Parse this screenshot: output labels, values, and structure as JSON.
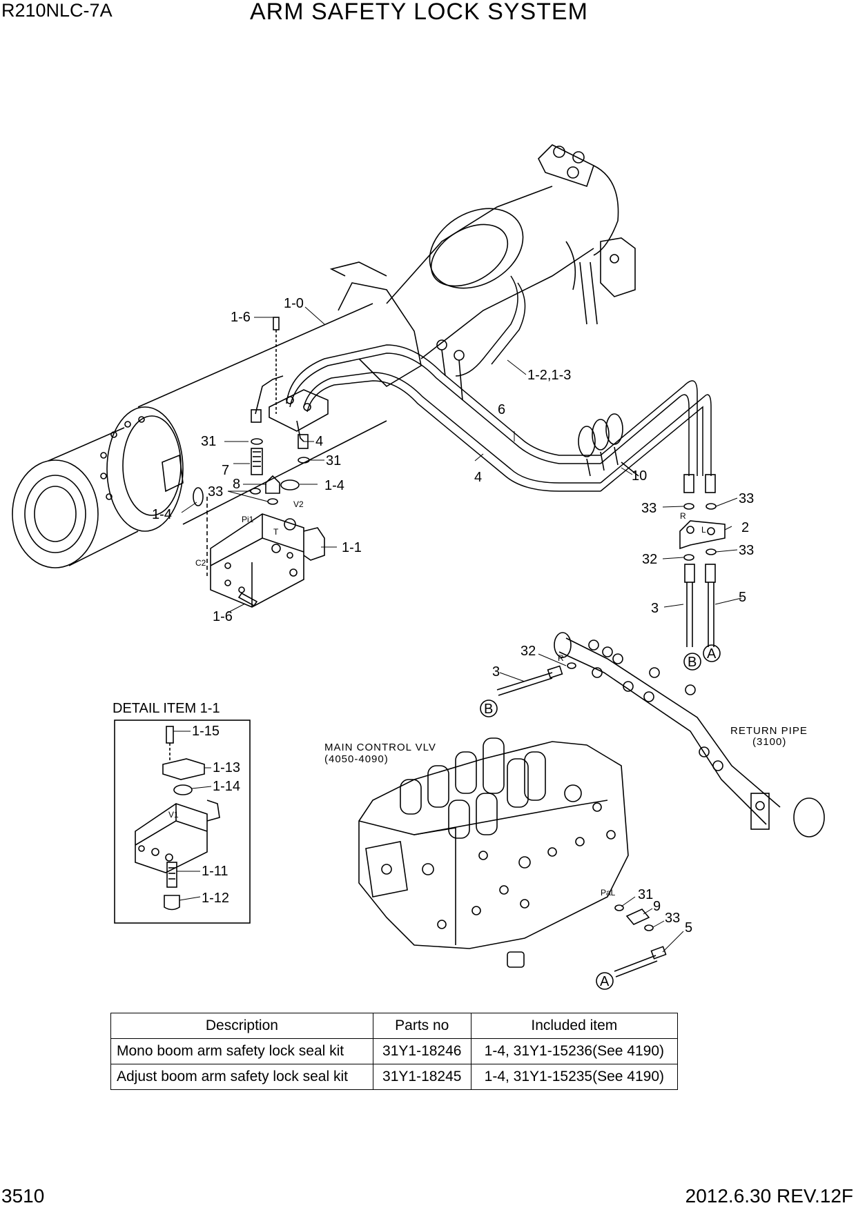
{
  "header": {
    "model": "R210NLC-7A",
    "title": "ARM SAFETY LOCK SYSTEM"
  },
  "footer": {
    "page": "3510",
    "date_rev": "2012.6.30  REV.12F"
  },
  "callouts": {
    "c1_6a": "1-6",
    "c1_0": "1-0",
    "c1_2_3": "1-2,1-3",
    "c6": "6",
    "c31a": "31",
    "c4a": "4",
    "c31b": "31",
    "c7": "7",
    "c8": "8",
    "c1_4a": "1-4",
    "c33a": "33",
    "c1_4b": "1-4",
    "c4b": "4",
    "c10": "10",
    "c1_1": "1-1",
    "c1_6b": "1-6",
    "c33b": "33",
    "c33c": "33",
    "c2": "2",
    "c33d": "33",
    "c32a": "32",
    "c5a": "5",
    "c3a": "3",
    "c32b": "32",
    "c3b": "3",
    "c1_15": "1-15",
    "c1_13": "1-13",
    "c1_14": "1-14",
    "c1_11": "1-11",
    "c1_12": "1-12",
    "c31c": "31",
    "c9": "9",
    "c33e": "33",
    "c5b": "5"
  },
  "port_labels": {
    "pi1": "Pi1",
    "v2": "V2",
    "t": "T",
    "c2": "C2",
    "r1": "R",
    "l": "L",
    "r2": "R",
    "pal": "PaL",
    "v1": "V1"
  },
  "connectors": {
    "a1": "A",
    "b1": "B",
    "b2": "B",
    "a2": "A"
  },
  "detail": {
    "title": "DETAIL ITEM 1-1"
  },
  "main_control": {
    "line1": "MAIN CONTROL VLV",
    "line2": "(4050-4090)"
  },
  "return_pipe": {
    "line1": "RETURN PIPE",
    "line2": "(3100)"
  },
  "kit_table": {
    "headers": [
      "Description",
      "Parts no",
      "Included item"
    ],
    "rows": [
      [
        "Mono boom arm safety lock seal kit",
        "31Y1-18246",
        "1-4, 31Y1-15236(See 4190)"
      ],
      [
        "Adjust boom arm safety lock seal kit",
        "31Y1-18245",
        "1-4, 31Y1-15235(See 4190)"
      ]
    ]
  }
}
